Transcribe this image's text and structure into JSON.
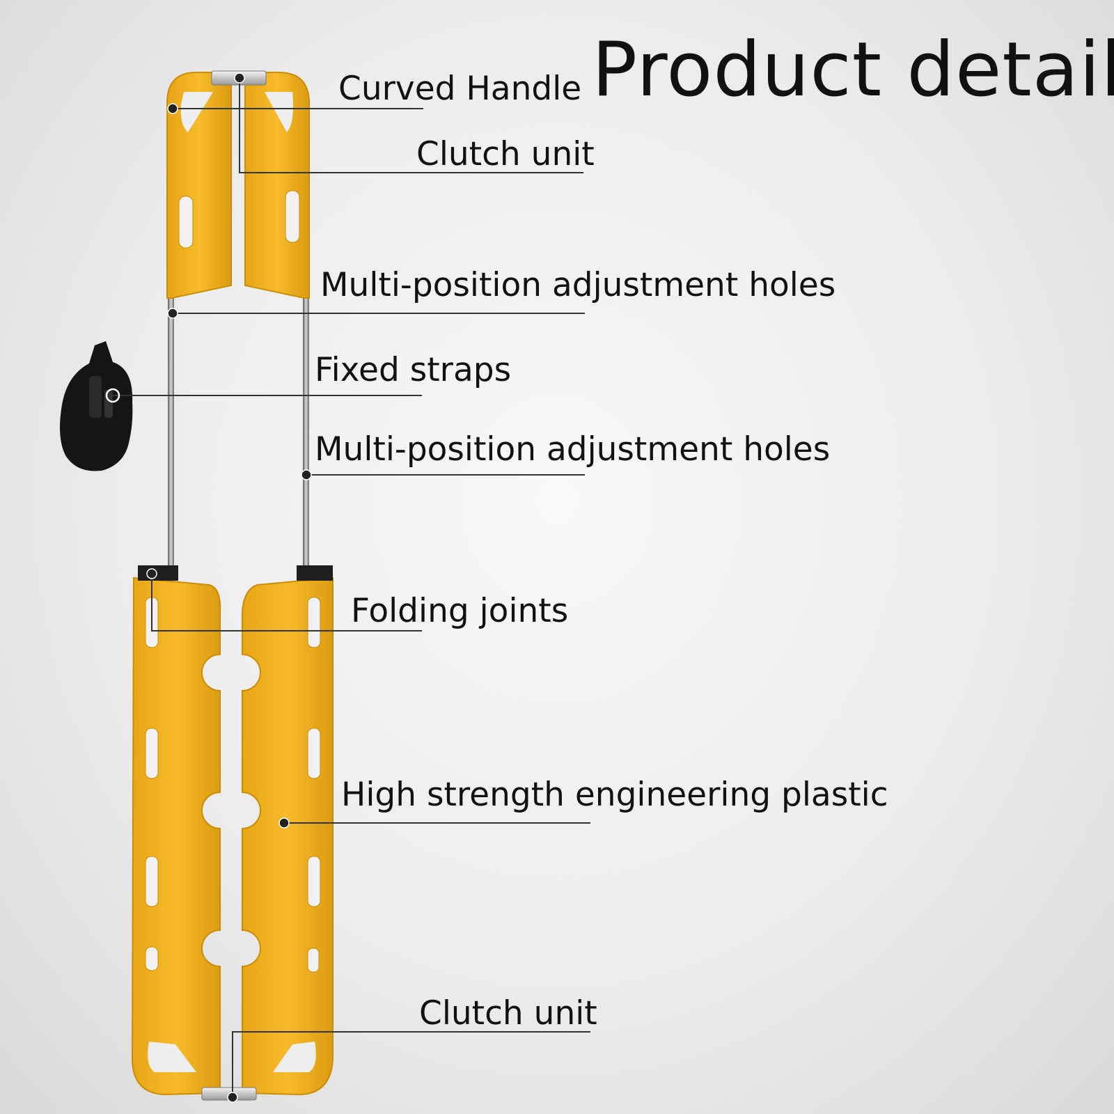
{
  "title": "Product details",
  "colors": {
    "board_fill": "#f0b21c",
    "board_stroke": "#c98d06",
    "rod": "#8a8a8a",
    "strap": "#151515",
    "leader": "#333333",
    "text": "#111111"
  },
  "icons": {
    "strap": "buckle-strap-icon",
    "clutch": "metal-clutch-icon"
  },
  "callouts": [
    {
      "id": "curved-handle",
      "text": "Curved Handle"
    },
    {
      "id": "clutch-unit-top",
      "text": "Clutch unit"
    },
    {
      "id": "adjustment-holes-upper",
      "text": "Multi-position adjustment holes"
    },
    {
      "id": "fixed-straps",
      "text": "Fixed straps"
    },
    {
      "id": "adjustment-holes-lower",
      "text": "Multi-position adjustment holes"
    },
    {
      "id": "folding-joints",
      "text": "Folding joints"
    },
    {
      "id": "engineering-plastic",
      "text": "High strength engineering plastic"
    },
    {
      "id": "clutch-unit-bottom",
      "text": "Clutch unit"
    }
  ]
}
